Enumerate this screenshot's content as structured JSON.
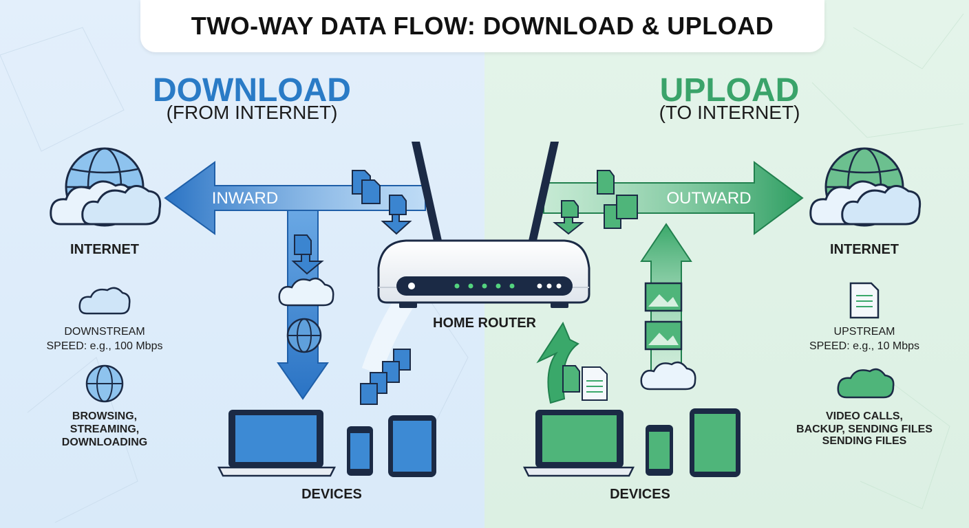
{
  "title": "TWO-WAY DATA FLOW: DOWNLOAD & UPLOAD",
  "download": {
    "heading": "DOWNLOAD",
    "subheading": "(FROM INTERNET)",
    "arrow_label": "INWARD",
    "internet_label": "INTERNET",
    "speed_line1": "DOWNSTREAM",
    "speed_line2": "SPEED: e.g., 100 Mbps",
    "uses_line1": "BROWSING,",
    "uses_line2": "STREAMING,",
    "uses_line3": "DOWNLOADING",
    "devices_label": "DEVICES"
  },
  "upload": {
    "heading": "UPLOAD",
    "subheading": "(TO INTERNET)",
    "arrow_label": "OUTWARD",
    "internet_label": "INTERNET",
    "speed_line1": "UPSTREAM",
    "speed_line2": "SPEED: e.g., 10 Mbps",
    "uses_line1": "VIDEO CALLS,",
    "uses_line2": "BACKUP, SENDING FILES",
    "uses_line3": "SENDING FILES",
    "devices_label": "DEVICES"
  },
  "router_label": "HOME ROUTER",
  "colors": {
    "download_accent": "#2a7bc6",
    "upload_accent": "#3aa36a",
    "navy": "#1b2a45"
  }
}
